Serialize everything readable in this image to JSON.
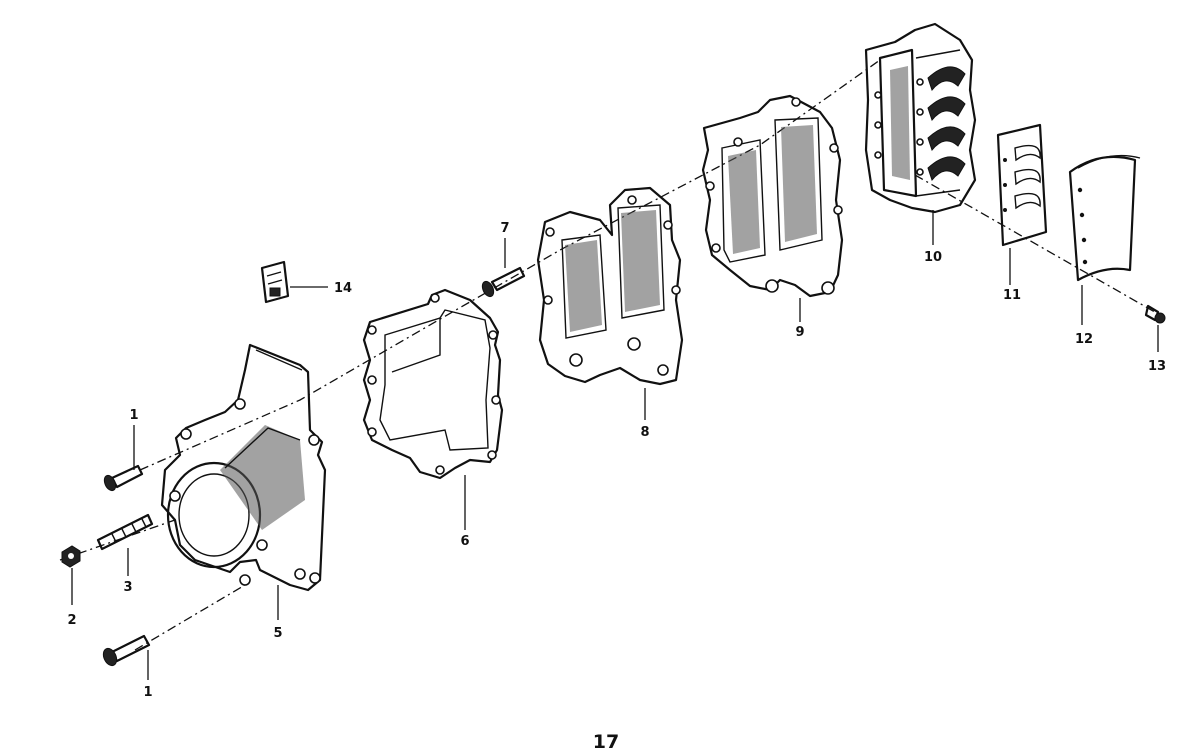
{
  "diagram": {
    "page_number": "17",
    "callouts": [
      {
        "id": "c1a",
        "text": "1"
      },
      {
        "id": "c1b",
        "text": "1"
      },
      {
        "id": "c2",
        "text": "2"
      },
      {
        "id": "c3",
        "text": "3"
      },
      {
        "id": "c5",
        "text": "5"
      },
      {
        "id": "c6",
        "text": "6"
      },
      {
        "id": "c7",
        "text": "7"
      },
      {
        "id": "c8",
        "text": "8"
      },
      {
        "id": "c9",
        "text": "9"
      },
      {
        "id": "c10",
        "text": "10"
      },
      {
        "id": "c11",
        "text": "11"
      },
      {
        "id": "c12",
        "text": "12"
      },
      {
        "id": "c13",
        "text": "13"
      },
      {
        "id": "c14",
        "text": "14"
      }
    ]
  }
}
